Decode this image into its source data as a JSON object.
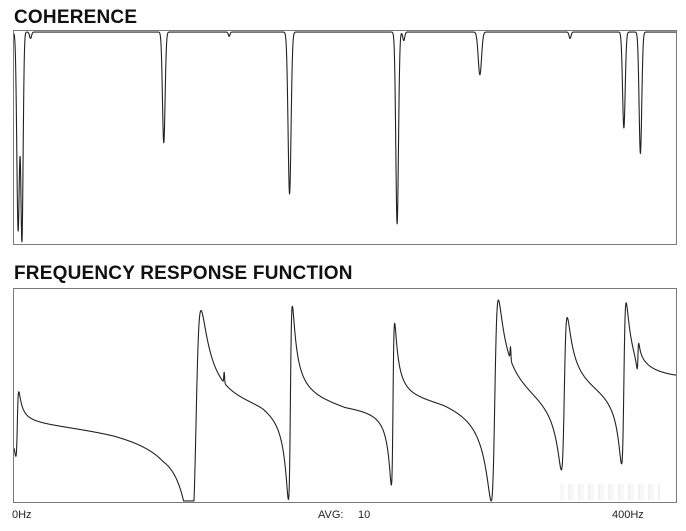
{
  "chart_data": [
    {
      "type": "line",
      "title": "COHERENCE",
      "xlim": [
        0,
        400
      ],
      "ylim": [
        0,
        1
      ],
      "grid": false,
      "x_unit": "Hz",
      "series": [
        {
          "dips": [
            {
              "x": 2.5,
              "depth": 0.93,
              "width": 0.8
            },
            {
              "x": 4.8,
              "depth": 0.97,
              "width": 0.7
            },
            {
              "x": 90.5,
              "depth": 0.52,
              "width": 0.8
            },
            {
              "x": 166.5,
              "depth": 0.76,
              "width": 0.9
            },
            {
              "x": 231.5,
              "depth": 0.9,
              "width": 0.8
            },
            {
              "x": 281.5,
              "depth": 0.2,
              "width": 1.0
            },
            {
              "x": 368.5,
              "depth": 0.45,
              "width": 0.8
            },
            {
              "x": 378.5,
              "depth": 0.57,
              "width": 0.8
            },
            {
              "x": 10.0,
              "depth": 0.03,
              "width": 0.6
            },
            {
              "x": 130.0,
              "depth": 0.02,
              "width": 0.5
            },
            {
              "x": 235.5,
              "depth": 0.04,
              "width": 0.6
            },
            {
              "x": 336.0,
              "depth": 0.03,
              "width": 0.6
            }
          ]
        }
      ]
    },
    {
      "type": "line",
      "title": "FREQUENCY RESPONSE FUNCTION",
      "xlim": [
        0,
        400
      ],
      "ylim": [
        0,
        1
      ],
      "grid": false,
      "x_unit": "Hz",
      "series": [
        {
          "baseline": [
            {
              "x": 0,
              "y": 0.42
            },
            {
              "x": 30,
              "y": 0.41
            },
            {
              "x": 60,
              "y": 0.4
            },
            {
              "x": 90,
              "y": 0.38
            },
            {
              "x": 110,
              "y": 0.42
            },
            {
              "x": 130,
              "y": 0.44
            },
            {
              "x": 150,
              "y": 0.46
            },
            {
              "x": 170,
              "y": 0.45
            },
            {
              "x": 200,
              "y": 0.44
            },
            {
              "x": 230,
              "y": 0.47
            },
            {
              "x": 260,
              "y": 0.49
            },
            {
              "x": 300,
              "y": 0.48
            },
            {
              "x": 330,
              "y": 0.46
            },
            {
              "x": 360,
              "y": 0.47
            },
            {
              "x": 380,
              "y": 0.49
            },
            {
              "x": 400,
              "y": 0.5
            }
          ],
          "resonances": [
            {
              "x": 2.0,
              "amp": 0.16,
              "width": 0.9
            },
            {
              "x": 110.0,
              "amp": 0.55,
              "width": 3.0
            },
            {
              "x": 167.0,
              "amp": 0.48,
              "width": 1.2
            },
            {
              "x": 229.0,
              "amp": 0.4,
              "width": 1.0
            },
            {
              "x": 290.5,
              "amp": 0.5,
              "width": 2.2
            },
            {
              "x": 332.5,
              "amp": 0.38,
              "width": 1.8
            },
            {
              "x": 368.5,
              "amp": 0.4,
              "width": 1.4
            },
            {
              "x": 377.0,
              "amp": 0.07,
              "width": 0.5
            }
          ],
          "glitches": [
            {
              "x": 127.0,
              "amp": 0.05
            },
            {
              "x": 300.0,
              "amp": 0.06
            }
          ]
        }
      ]
    }
  ],
  "footer": {
    "x_start": "0Hz",
    "avg_label": "AVG:",
    "avg_value": "10",
    "x_end": "400Hz"
  }
}
